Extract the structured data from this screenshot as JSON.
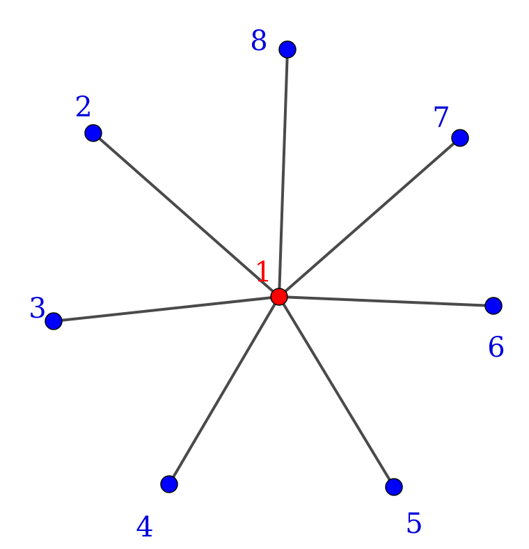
{
  "colors": {
    "edge": "#4a4a4a",
    "center_node": "#ff0000",
    "leaf_node": "#0000ff",
    "center_label": "#ff0000",
    "leaf_label": "#0000dd"
  },
  "center": {
    "id": "1",
    "label": "1"
  },
  "leaves": [
    {
      "id": "2",
      "label": "2"
    },
    {
      "id": "3",
      "label": "3"
    },
    {
      "id": "4",
      "label": "4"
    },
    {
      "id": "5",
      "label": "5"
    },
    {
      "id": "6",
      "label": "6"
    },
    {
      "id": "7",
      "label": "7"
    },
    {
      "id": "8",
      "label": "8"
    }
  ],
  "edges": [
    {
      "from": "1",
      "to": "2"
    },
    {
      "from": "1",
      "to": "3"
    },
    {
      "from": "1",
      "to": "4"
    },
    {
      "from": "1",
      "to": "5"
    },
    {
      "from": "1",
      "to": "6"
    },
    {
      "from": "1",
      "to": "7"
    },
    {
      "from": "1",
      "to": "8"
    }
  ]
}
